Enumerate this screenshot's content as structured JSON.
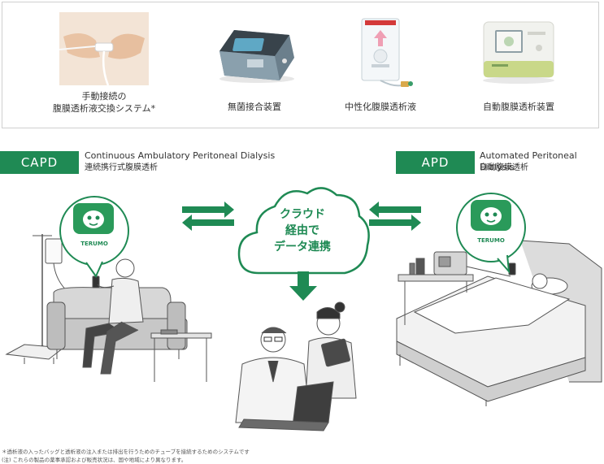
{
  "products": [
    {
      "label_line1": "手動接続の",
      "label_line2": "腹膜透析液交換システム*"
    },
    {
      "label": "無菌接合装置"
    },
    {
      "label": "中性化腹膜透析液"
    },
    {
      "label": "自動腹膜透析装置"
    }
  ],
  "capd": {
    "badge": "CAPD",
    "title": "Continuous Ambulatory Peritoneal Dialysis",
    "subtitle": "連続携行式腹膜透析"
  },
  "apd": {
    "badge": "APD",
    "title": "Automated Peritoneal Dialysis",
    "subtitle": "自動腹膜透析"
  },
  "cloud": {
    "line1": "クラウド",
    "line2": "経由で",
    "line3": "データ連携"
  },
  "brand": {
    "name": "TERUMO"
  },
  "footnotes": [
    "＊透析液の入ったバッグと透析液の注入または排出を行うためのチューブを接続するためのシステムです",
    "(注) これらの製品の薬事承認および販売状況は、国や地域により異なります。"
  ],
  "colors": {
    "accent": "#1f8a54",
    "cloud_green": "#2a9a5a",
    "line_gray": "#555555"
  }
}
